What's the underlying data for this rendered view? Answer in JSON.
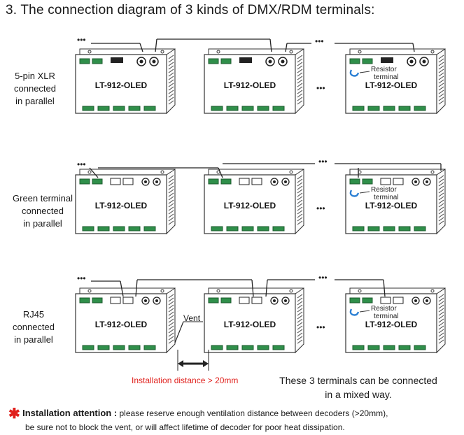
{
  "title": "3. The connection diagram of 3 kinds  of  DMX/RDM terminals:",
  "rows": [
    {
      "label_lines": [
        "5-pin XLR",
        "connected",
        "in parallel"
      ],
      "type": "xlr"
    },
    {
      "label_lines": [
        "Green terminal",
        "connected",
        "in parallel"
      ],
      "type": "green"
    },
    {
      "label_lines": [
        "RJ45",
        "connected",
        "in parallel"
      ],
      "type": "rj45"
    }
  ],
  "device_label": "LT-912-OLED",
  "ellipsis": "•••",
  "resistor_label_lines": [
    "Resistor",
    "terminal"
  ],
  "vent_label": "Vent",
  "installation_distance": "Installation distance  > 20mm",
  "mixed_note": [
    "These 3 terminals can be connected",
    "in a mixed way."
  ],
  "note": {
    "star": "✱",
    "bold": "Installation attention :",
    "text1": " please reserve enough ventilation distance between decoders (>20mm),",
    "text2": "be sure not to block the vent, or will affect lifetime of decoder for poor heat dissipation."
  },
  "colors": {
    "accent_red": "#e0201c",
    "resistor_blue": "#2a7fd4",
    "terminal_green": "#2f8f4a"
  }
}
